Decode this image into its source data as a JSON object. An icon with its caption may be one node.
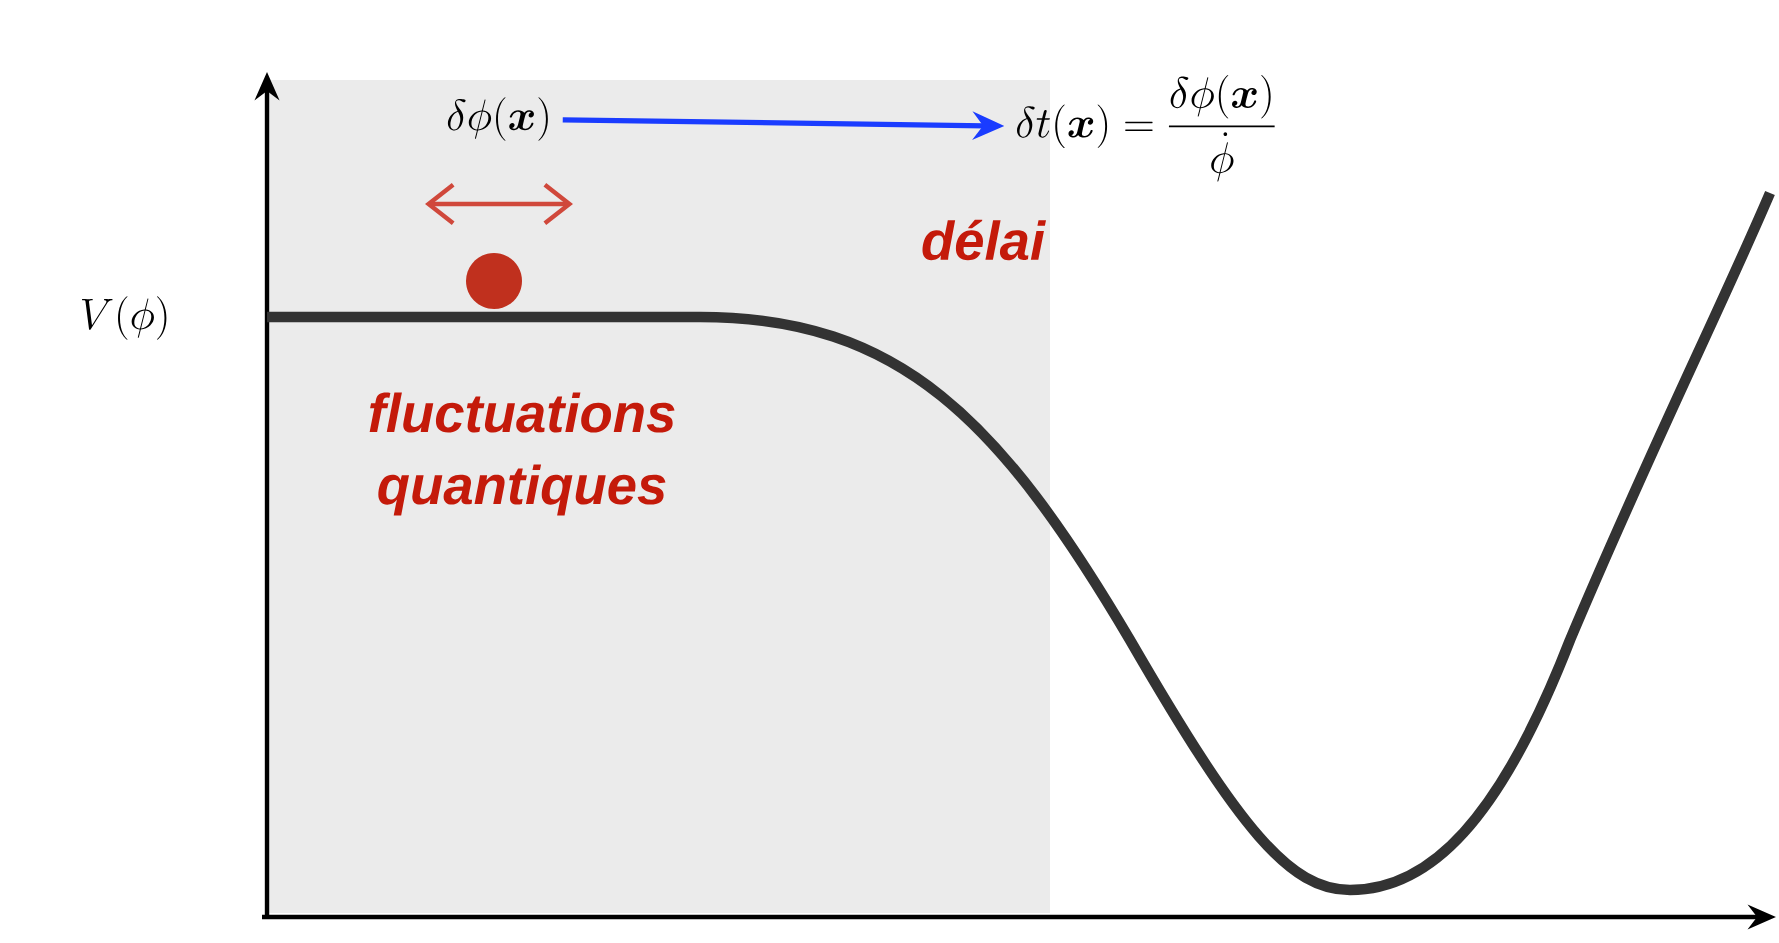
{
  "diagram": {
    "nodes": [
      {
        "text": [
          "\\delta\\phi(\\boldsymbol{x})"
        ]
      },
      {
        "text": [
          "\\delta t(\\boldsymbol{x}) = \\frac{\\delta\\phi(\\boldsymbol{x})}{\\dot{\\phi}}"
        ]
      }
    ],
    "edges": [
      {
        "from": 0,
        "to": 1,
        "arrow": "to",
        "color": "#1a3cff"
      }
    ],
    "labels": [
      "V(\\phi)",
      "fluctuations quantiques",
      "délai"
    ]
  }
}
